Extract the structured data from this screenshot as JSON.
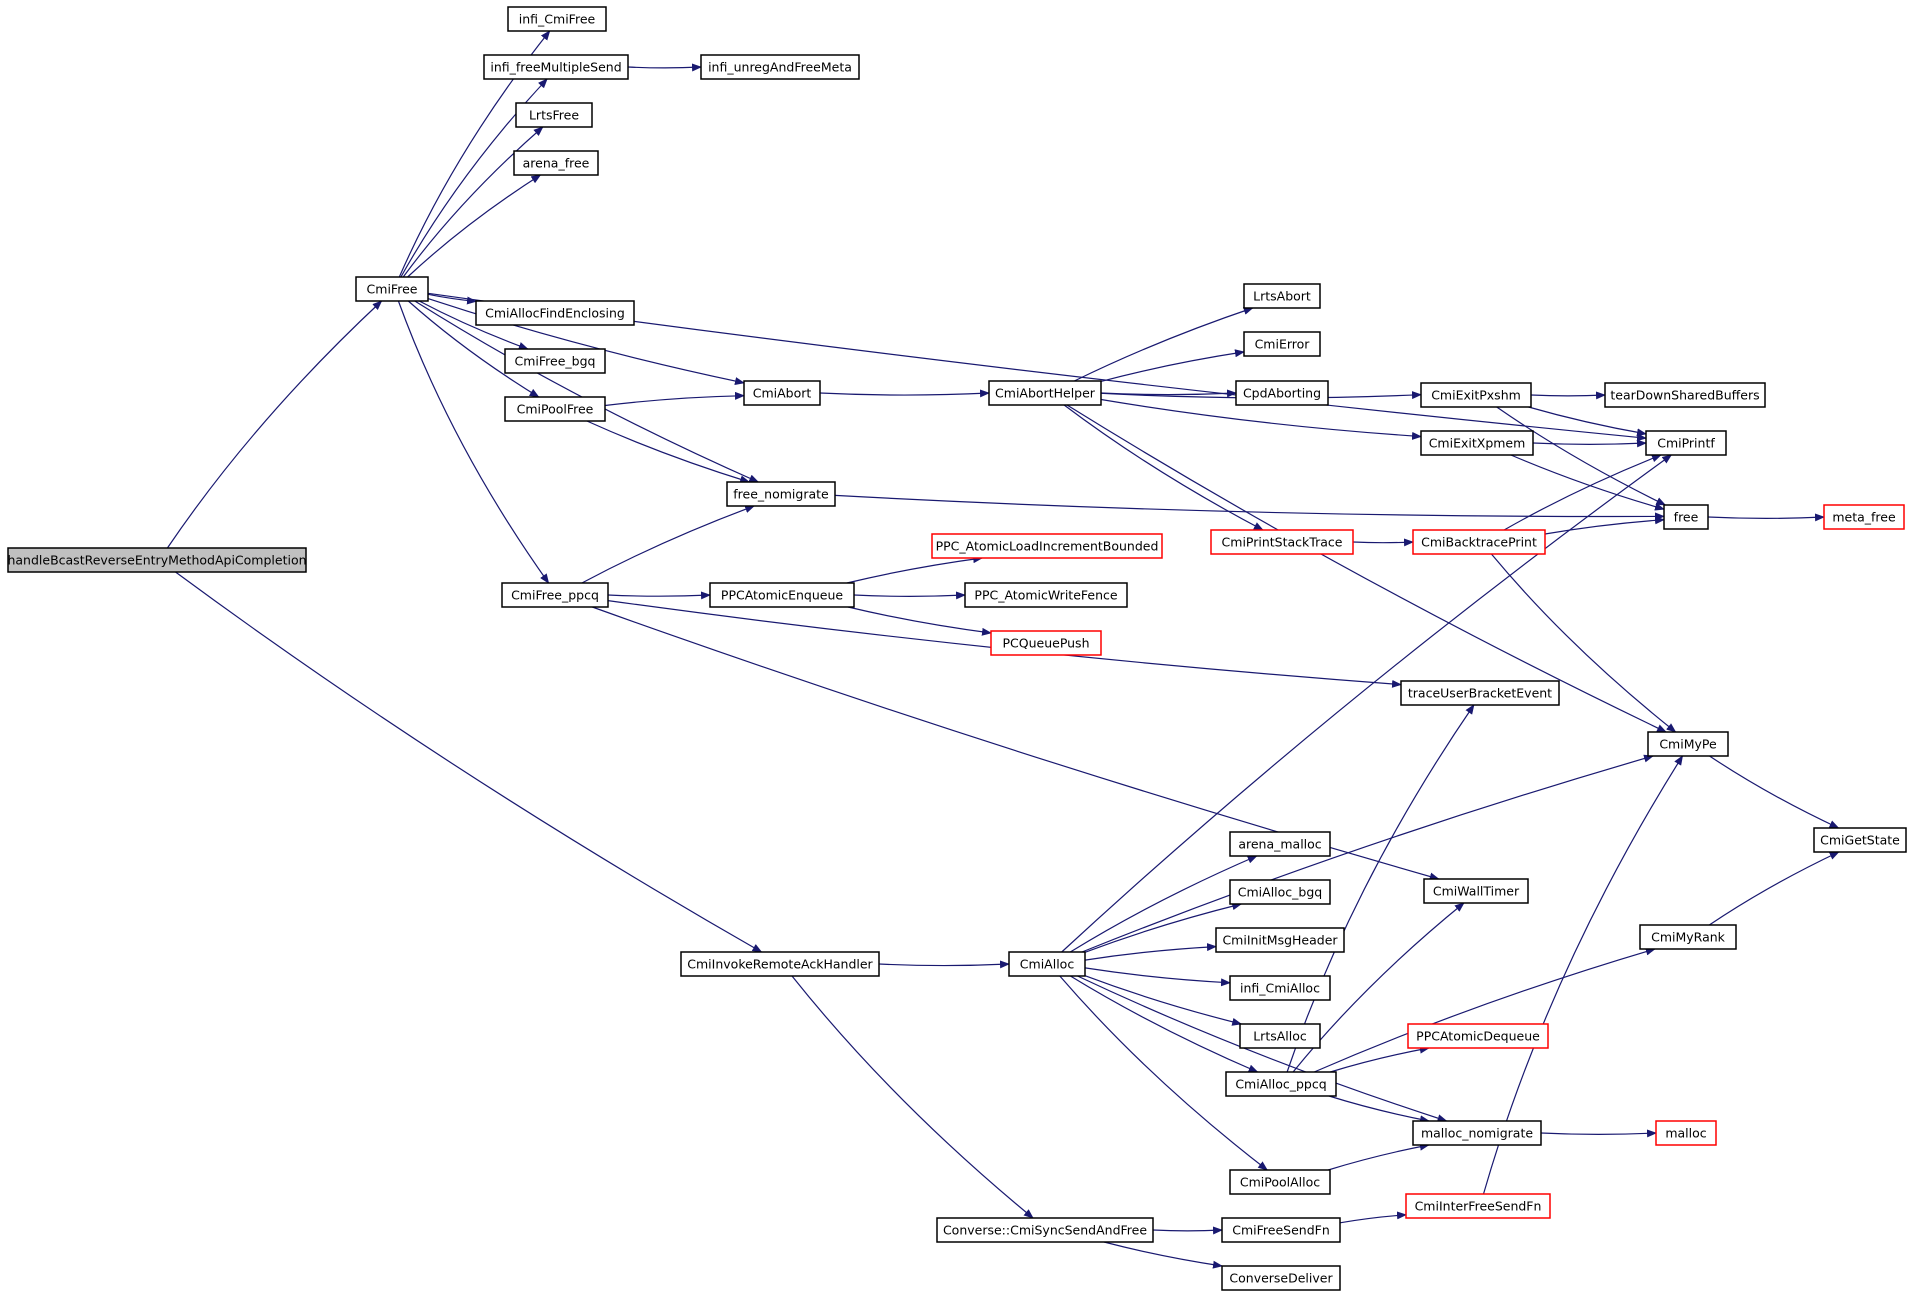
{
  "colors": {
    "edge": "#191970",
    "node_border": "#000000",
    "node_border_more": "#ff0000",
    "root_fill": "#c0c0c0",
    "node_fill": "#ffffff"
  },
  "root": "handleBcastReverseEntryMethodApiCompletion",
  "nodes": [
    {
      "id": "handleBcastReverseEntryMethodApiCompletion",
      "root": true
    },
    {
      "id": "infi_CmiFree"
    },
    {
      "id": "infi_freeMultipleSend"
    },
    {
      "id": "infi_unregAndFreeMeta"
    },
    {
      "id": "LrtsFree"
    },
    {
      "id": "arena_free"
    },
    {
      "id": "CmiFree"
    },
    {
      "id": "CmiAllocFindEnclosing"
    },
    {
      "id": "CmiFree_bgq"
    },
    {
      "id": "CmiPoolFree"
    },
    {
      "id": "CmiAbort"
    },
    {
      "id": "CmiAbortHelper"
    },
    {
      "id": "LrtsAbort"
    },
    {
      "id": "CmiError"
    },
    {
      "id": "CpdAborting"
    },
    {
      "id": "CmiExitPxshm"
    },
    {
      "id": "CmiExitXpmem"
    },
    {
      "id": "tearDownSharedBuffers"
    },
    {
      "id": "CmiPrintf"
    },
    {
      "id": "free_nomigrate"
    },
    {
      "id": "CmiPrintStackTrace",
      "more": true
    },
    {
      "id": "CmiBacktracePrint",
      "more": true
    },
    {
      "id": "free"
    },
    {
      "id": "meta_free",
      "more": true
    },
    {
      "id": "PPC_AtomicLoadIncrementBounded",
      "more": true
    },
    {
      "id": "CmiFree_ppcq"
    },
    {
      "id": "PPCAtomicEnqueue"
    },
    {
      "id": "PPC_AtomicWriteFence"
    },
    {
      "id": "PCQueuePush",
      "more": true
    },
    {
      "id": "traceUserBracketEvent"
    },
    {
      "id": "CmiMyPe"
    },
    {
      "id": "CmiGetState"
    },
    {
      "id": "arena_malloc"
    },
    {
      "id": "CmiAlloc_bgq"
    },
    {
      "id": "CmiWallTimer"
    },
    {
      "id": "CmiInitMsgHeader"
    },
    {
      "id": "CmiMyRank"
    },
    {
      "id": "CmiInvokeRemoteAckHandler"
    },
    {
      "id": "CmiAlloc"
    },
    {
      "id": "infi_CmiAlloc"
    },
    {
      "id": "LrtsAlloc"
    },
    {
      "id": "PPCAtomicDequeue",
      "more": true
    },
    {
      "id": "CmiAlloc_ppcq"
    },
    {
      "id": "malloc_nomigrate"
    },
    {
      "id": "malloc",
      "more": true
    },
    {
      "id": "CmiPoolAlloc"
    },
    {
      "id": "CmiInterFreeSendFn",
      "more": true
    },
    {
      "id": "Converse::CmiSyncSendAndFree"
    },
    {
      "id": "CmiFreeSendFn"
    },
    {
      "id": "ConverseDeliver"
    }
  ],
  "edges": [
    [
      "handleBcastReverseEntryMethodApiCompletion",
      "CmiFree"
    ],
    [
      "handleBcastReverseEntryMethodApiCompletion",
      "CmiInvokeRemoteAckHandler"
    ],
    [
      "CmiFree",
      "infi_CmiFree"
    ],
    [
      "CmiFree",
      "infi_freeMultipleSend"
    ],
    [
      "CmiFree",
      "LrtsFree"
    ],
    [
      "CmiFree",
      "arena_free"
    ],
    [
      "CmiFree",
      "CmiPrintf"
    ],
    [
      "CmiFree",
      "CmiAllocFindEnclosing"
    ],
    [
      "CmiFree",
      "CmiFree_bgq"
    ],
    [
      "CmiFree",
      "CmiPoolFree"
    ],
    [
      "CmiFree",
      "CmiAbort"
    ],
    [
      "CmiFree",
      "free_nomigrate"
    ],
    [
      "CmiFree",
      "CmiFree_ppcq"
    ],
    [
      "infi_freeMultipleSend",
      "infi_unregAndFreeMeta"
    ],
    [
      "CmiPoolFree",
      "CmiAbort"
    ],
    [
      "CmiPoolFree",
      "free_nomigrate"
    ],
    [
      "CmiAbort",
      "CmiAbortHelper"
    ],
    [
      "CmiAbortHelper",
      "LrtsAbort"
    ],
    [
      "CmiAbortHelper",
      "CmiError"
    ],
    [
      "CmiAbortHelper",
      "CpdAborting"
    ],
    [
      "CmiAbortHelper",
      "CmiExitPxshm"
    ],
    [
      "CmiAbortHelper",
      "CmiExitXpmem"
    ],
    [
      "CmiAbortHelper",
      "CmiPrintStackTrace"
    ],
    [
      "CmiAbortHelper",
      "CmiMyPe"
    ],
    [
      "CmiExitPxshm",
      "tearDownSharedBuffers"
    ],
    [
      "CmiExitPxshm",
      "CmiPrintf"
    ],
    [
      "CmiExitPxshm",
      "free"
    ],
    [
      "CmiExitXpmem",
      "CmiPrintf"
    ],
    [
      "CmiExitXpmem",
      "free"
    ],
    [
      "CmiPrintStackTrace",
      "CmiBacktracePrint"
    ],
    [
      "CmiBacktracePrint",
      "CmiPrintf"
    ],
    [
      "CmiBacktracePrint",
      "free"
    ],
    [
      "CmiBacktracePrint",
      "CmiMyPe"
    ],
    [
      "free_nomigrate",
      "free"
    ],
    [
      "free",
      "meta_free"
    ],
    [
      "CmiFree_ppcq",
      "free_nomigrate"
    ],
    [
      "CmiFree_ppcq",
      "PPCAtomicEnqueue"
    ],
    [
      "CmiFree_ppcq",
      "traceUserBracketEvent"
    ],
    [
      "CmiFree_ppcq",
      "CmiWallTimer"
    ],
    [
      "PPCAtomicEnqueue",
      "PPC_AtomicLoadIncrementBounded"
    ],
    [
      "PPCAtomicEnqueue",
      "PPC_AtomicWriteFence"
    ],
    [
      "PPCAtomicEnqueue",
      "PCQueuePush"
    ],
    [
      "CmiMyPe",
      "CmiGetState"
    ],
    [
      "CmiMyRank",
      "CmiGetState"
    ],
    [
      "CmiInvokeRemoteAckHandler",
      "CmiAlloc"
    ],
    [
      "CmiInvokeRemoteAckHandler",
      "Converse::CmiSyncSendAndFree"
    ],
    [
      "CmiAlloc",
      "CmiPrintf"
    ],
    [
      "CmiAlloc",
      "CmiMyPe"
    ],
    [
      "CmiAlloc",
      "arena_malloc"
    ],
    [
      "CmiAlloc",
      "CmiAlloc_bgq"
    ],
    [
      "CmiAlloc",
      "CmiInitMsgHeader"
    ],
    [
      "CmiAlloc",
      "infi_CmiAlloc"
    ],
    [
      "CmiAlloc",
      "LrtsAlloc"
    ],
    [
      "CmiAlloc",
      "CmiAlloc_ppcq"
    ],
    [
      "CmiAlloc",
      "malloc_nomigrate"
    ],
    [
      "CmiAlloc",
      "CmiPoolAlloc"
    ],
    [
      "CmiAlloc_ppcq",
      "traceUserBracketEvent"
    ],
    [
      "CmiAlloc_ppcq",
      "CmiWallTimer"
    ],
    [
      "CmiAlloc_ppcq",
      "PPCAtomicDequeue"
    ],
    [
      "CmiAlloc_ppcq",
      "CmiMyRank"
    ],
    [
      "CmiAlloc_ppcq",
      "malloc_nomigrate"
    ],
    [
      "malloc_nomigrate",
      "malloc"
    ],
    [
      "CmiPoolAlloc",
      "malloc_nomigrate"
    ],
    [
      "Converse::CmiSyncSendAndFree",
      "CmiFreeSendFn"
    ],
    [
      "Converse::CmiSyncSendAndFree",
      "ConverseDeliver"
    ],
    [
      "CmiFreeSendFn",
      "CmiInterFreeSendFn"
    ],
    [
      "CmiInterFreeSendFn",
      "CmiMyPe"
    ]
  ]
}
